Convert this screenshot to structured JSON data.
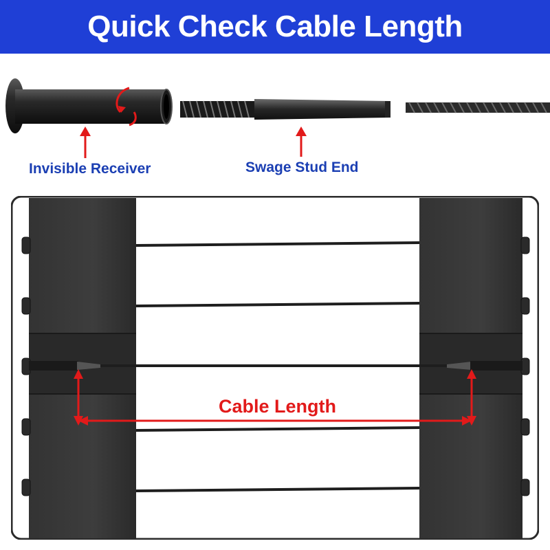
{
  "banner": {
    "title": "Quick Check Cable Length",
    "background": "#1f3fd6",
    "text_color": "#ffffff"
  },
  "components": {
    "receiver": {
      "label": "Invisible Receiver",
      "icon": "invisible-receiver-icon"
    },
    "stud": {
      "label": "Swage Stud End",
      "icon": "swage-stud-icon"
    },
    "cable": {
      "icon": "wire-rope-icon"
    }
  },
  "measurement": {
    "label": "Cable Length",
    "color": "#e21a1a"
  },
  "colors": {
    "label_blue": "#1b3fb3",
    "arrow_red": "#e21a1a",
    "post_dark": "#3a3a3a"
  }
}
